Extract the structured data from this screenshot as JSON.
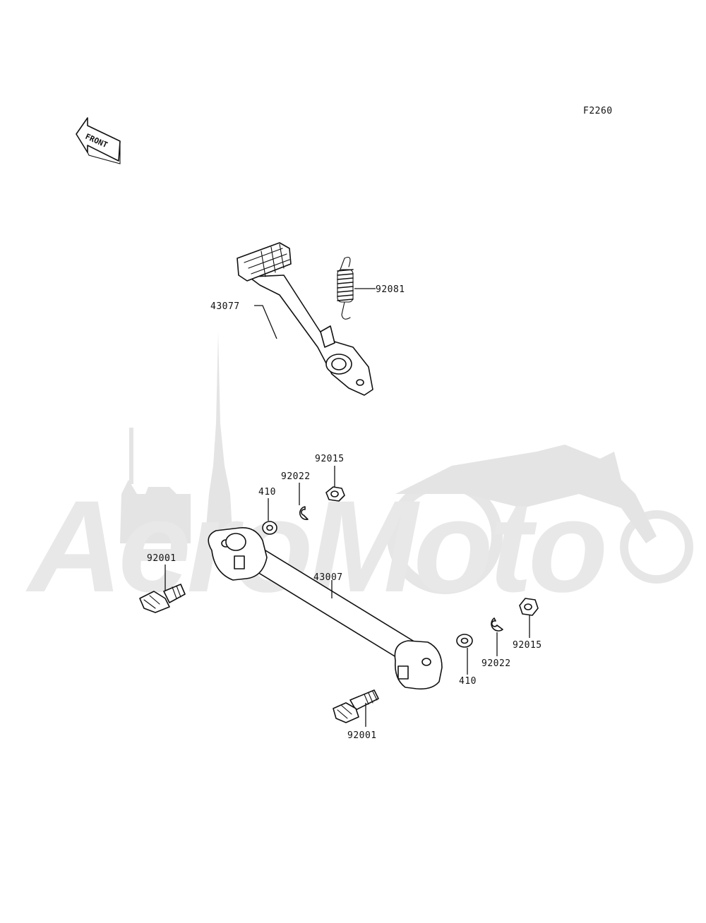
{
  "diagram": {
    "code": "F2260",
    "front_arrow_text": "FRONT",
    "watermark_text": "AeroMoto",
    "parts": [
      {
        "id": "pedal",
        "number": "43077"
      },
      {
        "id": "spring",
        "number": "92081"
      },
      {
        "id": "nut-upper",
        "number": "92015"
      },
      {
        "id": "lockwasher-upper",
        "number": "92022"
      },
      {
        "id": "washer-upper",
        "number": "410"
      },
      {
        "id": "bolt-upper",
        "number": "92001"
      },
      {
        "id": "rod",
        "number": "43007"
      },
      {
        "id": "washer-lower",
        "number": "410"
      },
      {
        "id": "lockwasher-lower",
        "number": "92022"
      },
      {
        "id": "nut-lower",
        "number": "92015"
      },
      {
        "id": "bolt-lower",
        "number": "92001"
      }
    ]
  }
}
